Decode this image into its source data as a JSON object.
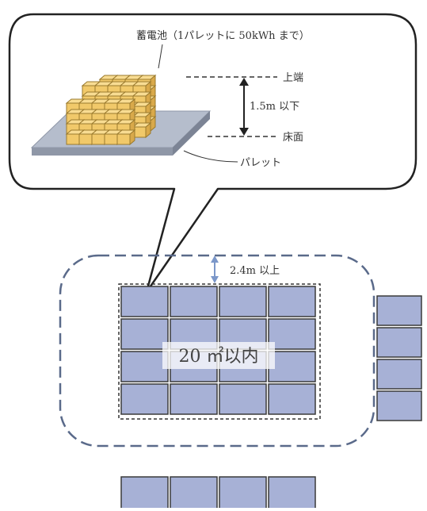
{
  "callout": {
    "battery_note": "蓄電池（1パレットに 50kWh まで）",
    "top_label": "上端",
    "height_label": "1.5m 以下",
    "floor_label": "床面",
    "pallet_label": "パレット"
  },
  "layout": {
    "clearance_label": "2.4m 以上",
    "area_label": "20 ㎡以内"
  },
  "colors": {
    "module_fill": "#a7b1d6",
    "module_stroke": "#3a3a3a",
    "dashed_zone": "#5a6a8a",
    "arrow": "#7b97c9",
    "box_fill": "#f1c96a",
    "box_stroke": "#9a7a2e",
    "pallet_top": "#b5bdcc",
    "pallet_side": "#8f97a7"
  }
}
